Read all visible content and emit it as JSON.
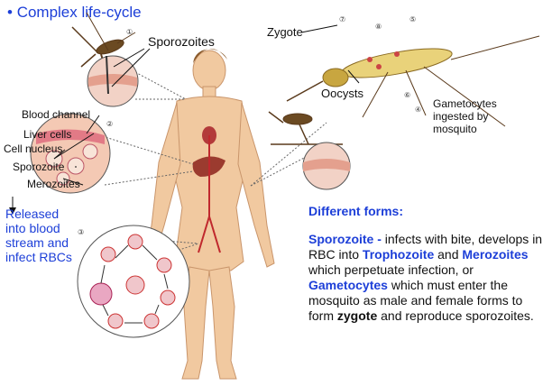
{
  "bullet": "Complex life-cycle",
  "labels": {
    "sporozoites": "Sporozoites",
    "zygote": "Zygote",
    "oocysts": "Oocysts",
    "gametocytes": "Gametocytes ingested by mosquito",
    "blood_channel": "Blood channel",
    "liver_cells": "Liver cells",
    "cell_nucleus": "Cell nucleus",
    "sporozoite": "Sporozoite",
    "merozoites": "Merozoites",
    "released": "Released into blood stream and infect RBCs"
  },
  "steps": [
    "①",
    "②",
    "③",
    "④",
    "⑤",
    "⑥",
    "⑦",
    "⑧"
  ],
  "info": {
    "heading": "Different forms:",
    "sporozoite_term": "Sporozoite -",
    "text1": " infects with bite, develops in RBC into ",
    "trophozoite_term": "Trophozoite",
    "and": " and ",
    "merozoites_term": "Merozoites",
    "text2": " which perpetuate infection, or ",
    "gametocytes_term": "Gametocytes",
    "text3": " which must enter the mosquito as male and female forms to form ",
    "zygote_term": "zygote",
    "text4": " and reproduce sporozoites."
  }
}
